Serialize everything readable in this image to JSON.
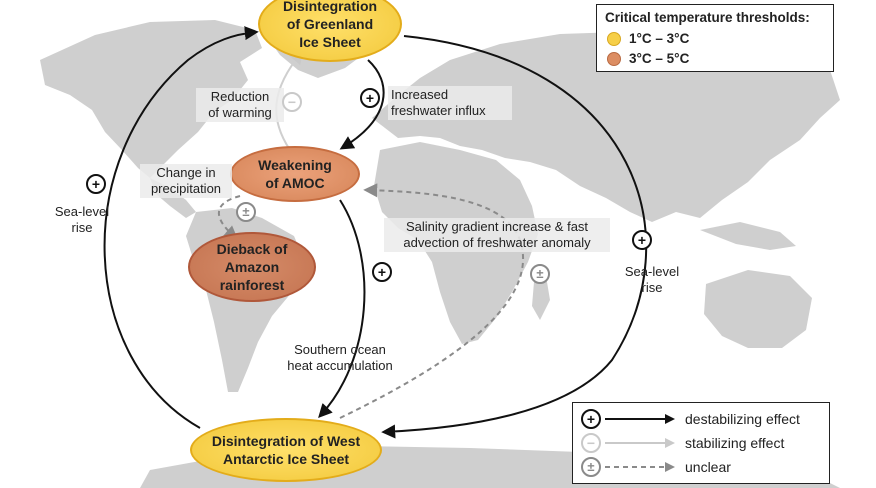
{
  "nodes": {
    "greenland": "Disintegration\nof Greenland\nIce Sheet",
    "amoc": "Weakening\nof AMOC",
    "amazon": "Dieback of\nAmazon\nrainforest",
    "wais": "Disintegration of West\nAntarctic Ice Sheet"
  },
  "labels": {
    "reduction_warming": "Reduction\nof warming",
    "freshwater_influx": "Increased\nfreshwater influx",
    "change_precip": "Change in\nprecipitation",
    "sea_level_left": "Sea-level\nrise",
    "sea_level_right": "Sea-level\nrise",
    "salinity": "Salinity gradient increase & fast\nadvection of freshwater anomaly",
    "southern_ocean": "Southern ocean\nheat accumulation"
  },
  "symbols": {
    "plus": "+",
    "minus": "−",
    "plusminus": "±"
  },
  "thresholds": {
    "title": "Critical temperature thresholds:",
    "low": "1°C – 3°C",
    "high": "3°C – 5°C"
  },
  "legend": {
    "destabilizing": "destabilizing effect",
    "stabilizing": "stabilizing effect",
    "unclear": "unclear"
  },
  "colors": {
    "tier_low": "#f6cf48",
    "tier_high": "#dc8d62",
    "land": "#cfcfcf",
    "destabilizing": "#111111",
    "stabilizing": "#c9c9c9",
    "unclear": "#8a8a8a"
  }
}
